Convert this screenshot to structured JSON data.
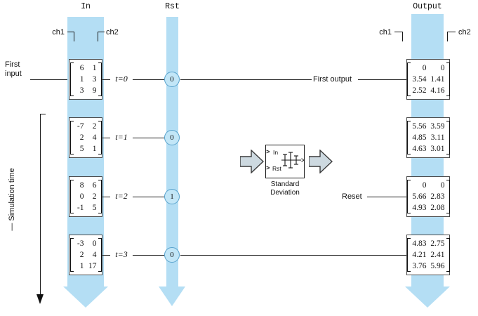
{
  "headers": {
    "in": "In",
    "rst": "Rst",
    "output": "Output"
  },
  "channels": {
    "in_ch1": "ch1",
    "in_ch2": "ch2",
    "out_ch1": "ch1",
    "out_ch2": "ch2"
  },
  "labels": {
    "first_input": "First input",
    "first_output": "First output",
    "reset": "Reset",
    "simulation_time": "— Simulation time"
  },
  "block": {
    "caption": "Standard Deviation",
    "port_in": "In",
    "port_rst": "Rst",
    "port_marker": ">"
  },
  "rows": [
    {
      "time": "t=0",
      "rst": "0",
      "input": [
        [
          "6",
          "1"
        ],
        [
          "1",
          "3"
        ],
        [
          "3",
          "9"
        ]
      ],
      "output": [
        [
          "0",
          "0"
        ],
        [
          "3.54",
          "1.41"
        ],
        [
          "2.52",
          "4.16"
        ]
      ]
    },
    {
      "time": "t=1",
      "rst": "0",
      "input": [
        [
          "-7",
          "2"
        ],
        [
          "2",
          "4"
        ],
        [
          "5",
          "1"
        ]
      ],
      "output": [
        [
          "5.56",
          "3.59"
        ],
        [
          "4.85",
          "3.11"
        ],
        [
          "4.63",
          "3.01"
        ]
      ]
    },
    {
      "time": "t=2",
      "rst": "1",
      "input": [
        [
          "8",
          "6"
        ],
        [
          "0",
          "2"
        ],
        [
          "-1",
          "5"
        ]
      ],
      "output": [
        [
          "0",
          "0"
        ],
        [
          "5.66",
          "2.83"
        ],
        [
          "4.93",
          "2.08"
        ]
      ]
    },
    {
      "time": "t=3",
      "rst": "0",
      "input": [
        [
          "-3",
          "0"
        ],
        [
          "2",
          "4"
        ],
        [
          "1",
          "17"
        ]
      ],
      "output": [
        [
          "4.83",
          "2.75"
        ],
        [
          "4.21",
          "2.41"
        ],
        [
          "3.76",
          "5.96"
        ]
      ]
    }
  ],
  "colors": {
    "band": "#b4def4",
    "circle_fill": "#c2e6f7",
    "circle_border": "#58a2cc",
    "arrow_fill": "#cdd9e0",
    "line": "#1a1a1a"
  }
}
